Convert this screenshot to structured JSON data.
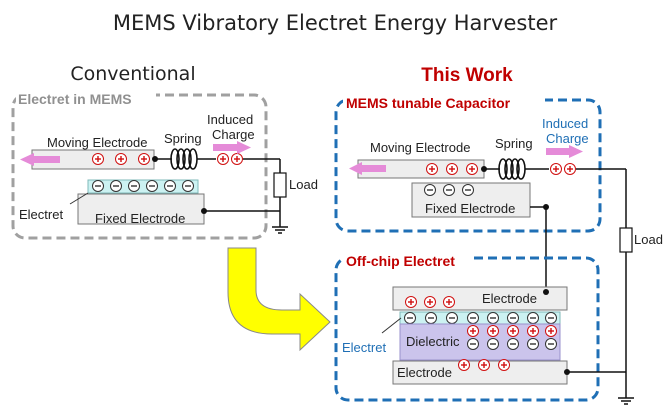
{
  "title": "MEMS Vibratory Electret Energy Harvester",
  "conventional": {
    "heading": "Conventional",
    "box_label": "Electret in MEMS",
    "moving_electrode": "Moving Electrode",
    "spring": "Spring",
    "induced_line1": "Induced",
    "induced_line2": "Charge",
    "load": "Load",
    "electret": "Electret",
    "fixed_electrode": "Fixed Electrode"
  },
  "this_work": {
    "heading": "This Work",
    "cap_box_label": "MEMS tunable Capacitor",
    "moving_electrode": "Moving Electrode",
    "spring": "Spring",
    "induced_line1": "Induced",
    "induced_line2": "Charge",
    "fixed_electrode": "Fixed Electrode",
    "load": "Load",
    "offchip_box_label": "Off-chip Electret",
    "electrode_top": "Electrode",
    "electret": "Electret",
    "dielectric": "Dielectric",
    "electrode_bottom": "Electrode"
  },
  "colors": {
    "heading_red": "#c00000",
    "dashed_blue": "#1f6fb5",
    "dashed_gray": "#a0a0a0",
    "induced_blue": "#1f6fb5",
    "arrow_pink": "#e58bd8",
    "arrow_yellow": "#ffff00",
    "electret_cyan": "#ccf2f2",
    "dielectric_purple": "#cbc4ec",
    "plus_red": "#d01010"
  }
}
